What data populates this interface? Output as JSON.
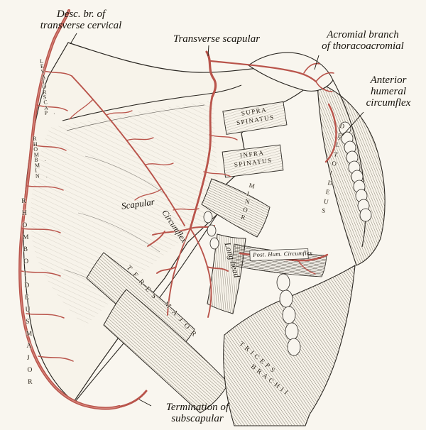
{
  "figure": {
    "colors": {
      "paper": "#f9f6ef",
      "ink": "#2b2722",
      "artery_red": "#b9544b"
    },
    "outer_labels": {
      "desc_br": "Desc. br. of\ntransverse cervical",
      "transverse_scapular": "Transverse scapular",
      "acromial": "Acromial branch\nof thoracoacromial",
      "anterior_humeral": "Anterior\nhumeral\ncircumflex",
      "termination": "Termination of\nsubscapular"
    },
    "muscle_labels": {
      "levator_scap": "LEVATOR SCAP.",
      "rhomb_min": "RHOMB. MIN.",
      "rhomboideus_major": "RHOMBOIDEUS MAJOR",
      "supraspinatus": "SUPRA\nSPINATUS",
      "infraspinatus": "INFRA\nSPINATUS",
      "teres_minor": "MINOR",
      "teres": "TERES",
      "major": "MAJOR",
      "triceps": "TRICEPS",
      "brachii": "BRACHII",
      "deltoideus": "DELTOIDEUS"
    },
    "vessel_labels": {
      "scapular": "Scapular",
      "circumflex": "Circumflex",
      "long_head": "Long head",
      "post_hum_circumflex": "Post. Hum. Circumflex"
    }
  }
}
